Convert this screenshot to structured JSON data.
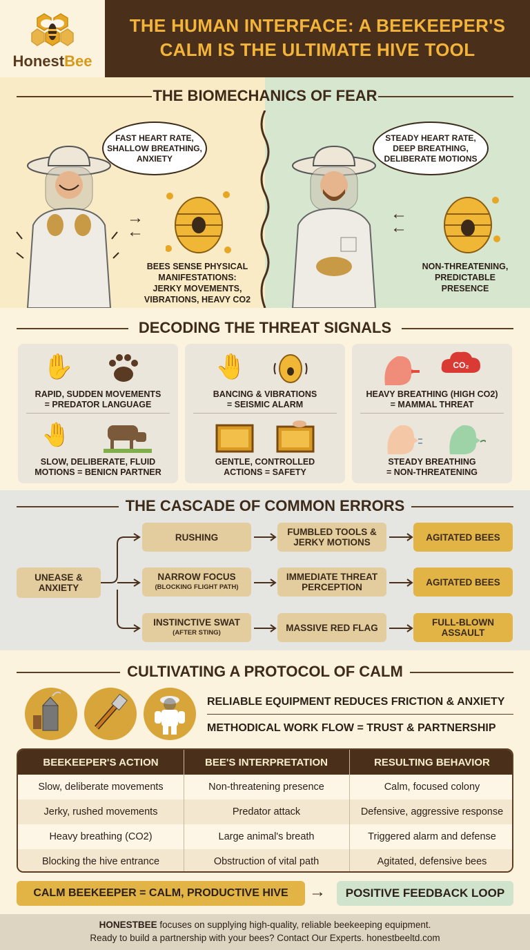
{
  "brand": {
    "name_part1": "Honest",
    "name_part2": "Bee"
  },
  "header": {
    "title_line1": "THE HUMAN INTERFACE: A BEEKEEPER'S",
    "title_line2": "CALM IS THE ULTIMATE HIVE TOOL"
  },
  "biomechanics": {
    "title": "THE BIOMECHANICS OF FEAR",
    "left_bubble": [
      "FAST HEART RATE,",
      "SHALLOW BREATHING,",
      "ANXIETY"
    ],
    "left_caption": [
      "BEES SENSE PHYSICAL",
      "MANIFESTATIONS:",
      "JERKY MOVEMENTS,",
      "VIBRATIONS, HEAVY CO2"
    ],
    "right_bubble": [
      "STEADY HEART RATE,",
      "DEEP BREATHING,",
      "DELIBERATE MOTIONS"
    ],
    "right_caption": [
      "NON-THREATENING,",
      "PREDICTABLE",
      "PRESENCE"
    ]
  },
  "signals": {
    "title": "DECODING THE THREAT SIGNALS",
    "cards": [
      {
        "top": [
          "RAPID, SUDDEN MOVEMENTS",
          "= PREDATOR LANGUAGE"
        ],
        "bottom": [
          "SLOW, DELIBERATE, FLUID",
          "MOTIONS = BENICN PARTNER"
        ]
      },
      {
        "top": [
          "BANCING & VIBRATIONS",
          "= SEISMIC ALARM"
        ],
        "bottom": [
          "GENTLE, CONTROLLED",
          "ACTIONS = SAFETY"
        ]
      },
      {
        "top": [
          "HEAVY BREATHING (HIGH CO2)",
          "= MAMMAL THREAT"
        ],
        "bottom": [
          "STEADY BREATHING",
          "= NON-THREATENING"
        ],
        "co2_label": "CO₂"
      }
    ]
  },
  "cascade": {
    "title": "THE CASCADE OF COMMON ERRORS",
    "root": [
      "UNEASE &",
      "ANXIETY"
    ],
    "rows": [
      {
        "a": "RUSHING",
        "a_sub": "",
        "b": [
          "FUMBLED TOOLS &",
          "JERKY MOTIONS"
        ],
        "c": [
          "AGITATED BEES"
        ]
      },
      {
        "a": "NARROW FOCUS",
        "a_sub": "(BLOCKING FLIGHT PATH)",
        "b": [
          "IMMEDIATE THREAT",
          "PERCEPTION"
        ],
        "c": [
          "AGITATED BEES"
        ]
      },
      {
        "a": "INSTINCTIVE SWAT",
        "a_sub": "(AFTER STING)",
        "b": [
          "MASSIVE RED FLAG"
        ],
        "c": [
          "FULL-BLOWN",
          "ASSAULT"
        ]
      }
    ]
  },
  "protocol": {
    "title": "CULTIVATING A PROTOCOL OF CALM",
    "line1": "RELIABLE EQUIPMENT REDUCES FRICTION & ANXIETY",
    "line2": "METHODICAL WORK FLOW = TRUST & PARTNERSHIP",
    "icons": [
      "smoker-icon",
      "hive-tool-icon",
      "bee-suit-icon"
    ]
  },
  "table": {
    "headers": [
      "BEEKEEPER'S ACTION",
      "BEE'S INTERPRETATION",
      "RESULTING BEHAVIOR"
    ],
    "rows": [
      [
        "Slow, deliberate movements",
        "Non-threatening presence",
        "Calm, focused colony"
      ],
      [
        "Jerky, rushed movements",
        "Predator attack",
        "Defensive, aggressive response"
      ],
      [
        "Heavy breathing (CO2)",
        "Large animal's breath",
        "Triggered alarm and defense"
      ],
      [
        "Blocking the hive entrance",
        "Obstruction of vital path",
        "Agitated, defensive bees"
      ]
    ]
  },
  "result": {
    "left": "CALM BEEKEEPER = CALM, PRODUCTIVE HIVE",
    "arrow": "→",
    "right": "POSITIVE FEEDBACK LOOP"
  },
  "footer": {
    "brand": "HONESTBEE",
    "line1_rest": " focuses on supplying high-quality, reliable beekeeping equipment.",
    "line2": "Ready to build a partnership with your bees? Contact Our Experts. honestbeeltd.com"
  },
  "colors": {
    "brown": "#4a2f1a",
    "gold": "#e2b446",
    "cream": "#fbf3dd",
    "green": "#d7e6cf"
  }
}
